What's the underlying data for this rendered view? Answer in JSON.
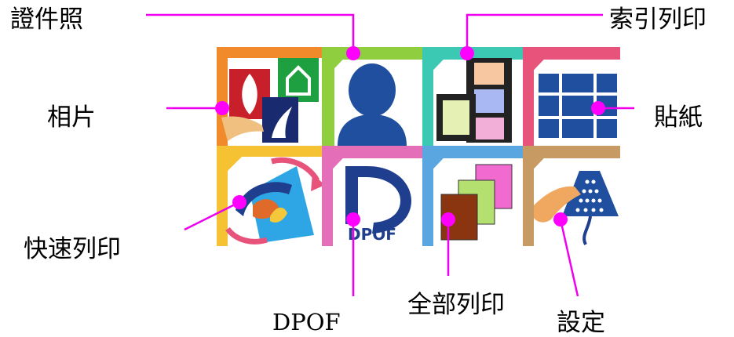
{
  "labels": {
    "photo_id": "證件照",
    "index_print": "索引列印",
    "photo": "相片",
    "sticker": "貼紙",
    "quick_print": "快速列印",
    "dpof": "DPOF",
    "print_all": "全部列印",
    "settings": "設定"
  },
  "tiles": {
    "dpof_icon_text": "DPOF"
  },
  "colors": {
    "leader": "#ee00ee",
    "dot": "#ff00ff",
    "icon_blue": "#1f4f9e",
    "photo_accent": "#f18a2a",
    "photo_id_accent": "#8fce3e",
    "index_accent": "#3cc9b4",
    "sticker_accent": "#e8537c",
    "quick_accent": "#f5c233",
    "dpof_accent": "#e46fb8",
    "print_all_accent": "#5aa6e0",
    "settings_accent": "#c79a64"
  },
  "icons": {
    "photo": "photo-collage-icon",
    "photo_id": "person-silhouette-icon",
    "index_print": "film-strip-icon",
    "sticker": "sticker-grid-icon",
    "quick_print": "quick-print-swirl-icon",
    "dpof": "dpof-logo-icon",
    "print_all": "stacked-pages-icon",
    "settings": "hand-keypad-icon"
  }
}
